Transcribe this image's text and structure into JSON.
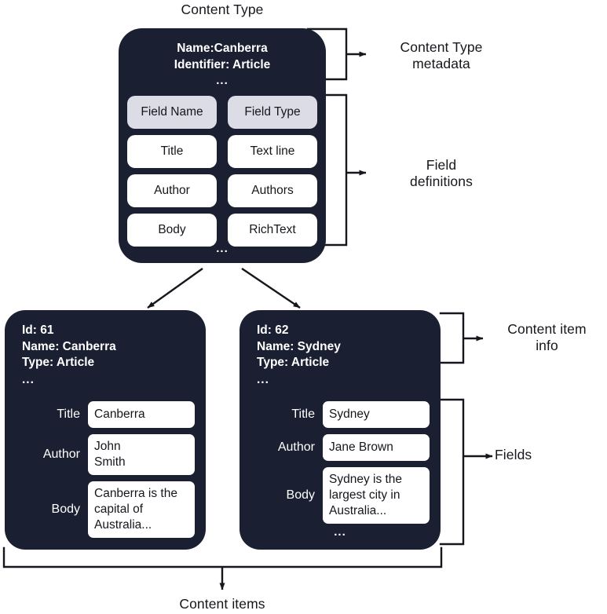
{
  "diagram": {
    "title": "Content Type",
    "bottom_label": "Content items",
    "annotations": {
      "content_type_metadata": "Content Type\nmetadata",
      "field_definitions": "Field\ndefinitions",
      "content_item_info": "Content item\ninfo",
      "fields": "Fields"
    },
    "colors": {
      "card_background": "#1a2031",
      "chip_header_background": "#dcdce6",
      "chip_background": "#ffffff",
      "card_text": "#ffffff",
      "chip_text": "#15171c",
      "page_background": "#ffffff",
      "stroke": "#15171c"
    }
  },
  "content_type": {
    "name_line": "Name:Canberra",
    "identifier_line": "Identifier: Article",
    "ellipsis": "...",
    "bottom_ellipsis": "...",
    "field_table": {
      "headers": [
        "Field Name",
        "Field Type"
      ],
      "rows": [
        {
          "field_name": "Title",
          "field_type": "Text line"
        },
        {
          "field_name": "Author",
          "field_type": "Authors"
        },
        {
          "field_name": "Body",
          "field_type": "RichText"
        }
      ]
    }
  },
  "content_items": [
    {
      "id_line": "Id: 61",
      "name_line": "Name: Canberra",
      "type_line": "Type: Article",
      "ellipsis": "...",
      "bottom_ellipsis": "...",
      "fields": [
        {
          "label": "Title",
          "value": "Canberra"
        },
        {
          "label": "Author",
          "value": "John\nSmith"
        },
        {
          "label": "Body",
          "value": "Canberra is the\ncapital of\nAustralia..."
        }
      ]
    },
    {
      "id_line": "Id: 62",
      "name_line": "Name: Sydney",
      "type_line": "Type: Article",
      "ellipsis": "...",
      "bottom_ellipsis": "...",
      "fields": [
        {
          "label": "Title",
          "value": "Sydney"
        },
        {
          "label": "Author",
          "value": "Jane Brown"
        },
        {
          "label": "Body",
          "value": "Sydney is the\nlargest city in\nAustralia..."
        }
      ]
    }
  ]
}
